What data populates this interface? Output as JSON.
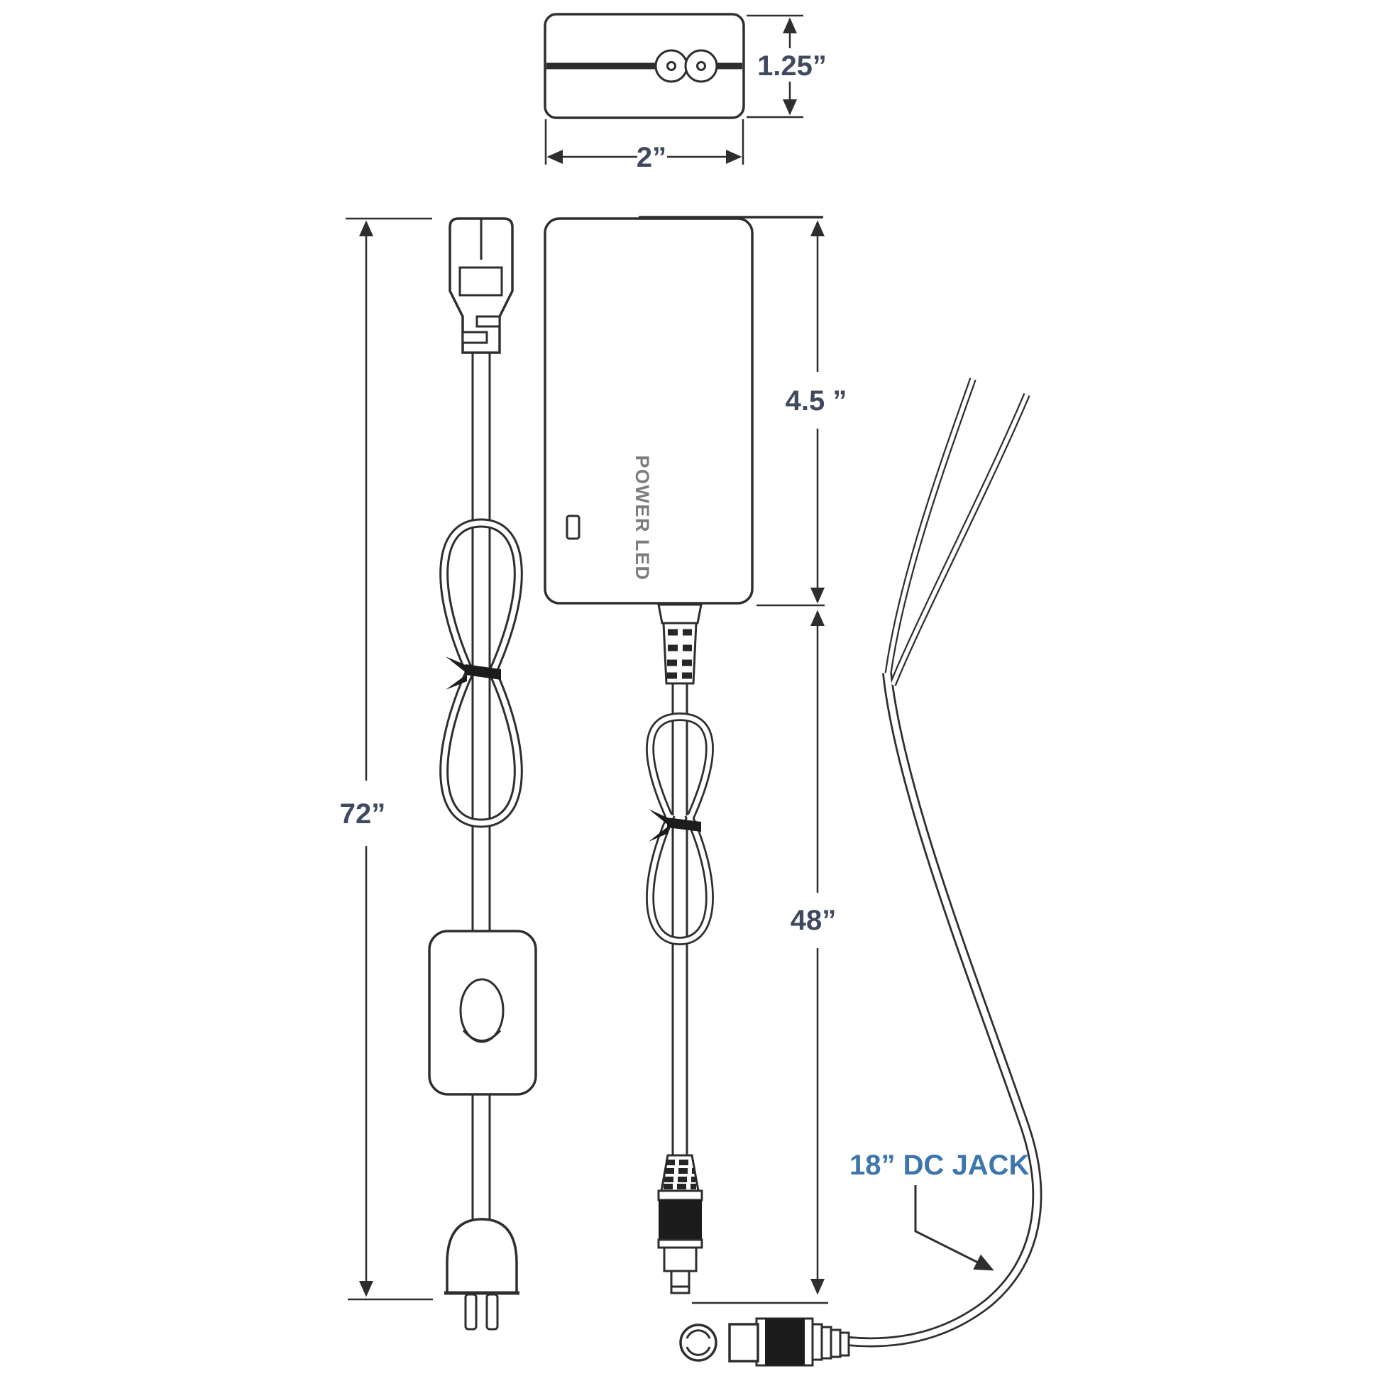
{
  "diagram": {
    "top_view": {
      "width_label": "2”",
      "depth_label": "1.25”"
    },
    "input_cord": {
      "length_label": "72”"
    },
    "driver": {
      "device_label": "POWER LED",
      "length_label": "4.5 ”"
    },
    "output_cord": {
      "length_label": "48”"
    },
    "dc_jack": {
      "callout_label": "18” DC JACK"
    }
  },
  "colors": {
    "line": "#2e2e2e",
    "dimension_text": "#3f4a5e",
    "callout_text": "#3d76ad",
    "device_label_text": "#7d7d7d",
    "tie_black": "#1c1c1c",
    "background": "#ffffff"
  }
}
